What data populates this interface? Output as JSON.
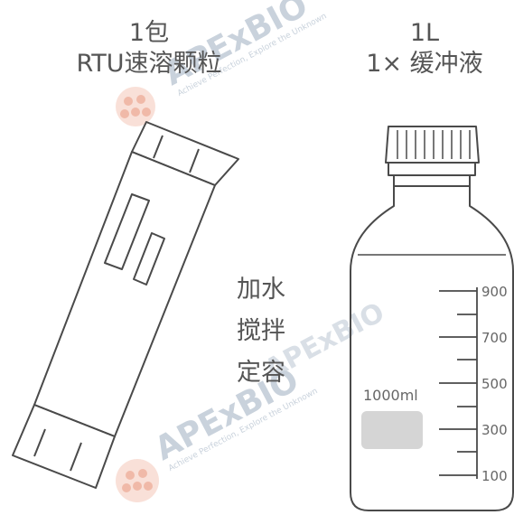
{
  "left": {
    "line1": "1包",
    "line2": "RTU速溶颗粒"
  },
  "right": {
    "line1": "1L",
    "line2": "1× 缓冲液"
  },
  "instructions": [
    "加水",
    "搅拌",
    "定容"
  ],
  "bottle": {
    "volume_label": "1000ml",
    "scale": [
      "900",
      "700",
      "500",
      "300",
      "100"
    ]
  },
  "watermark": {
    "brand": "APExBIO",
    "slogan": "Achieve Perfection, Explore the Unknown"
  },
  "colors": {
    "line": "#4a4a4a",
    "text": "#555555",
    "label_box": "#d5d5d5",
    "watermark": "#c9d2dc",
    "watermark_logo": "#f3c9bd"
  }
}
